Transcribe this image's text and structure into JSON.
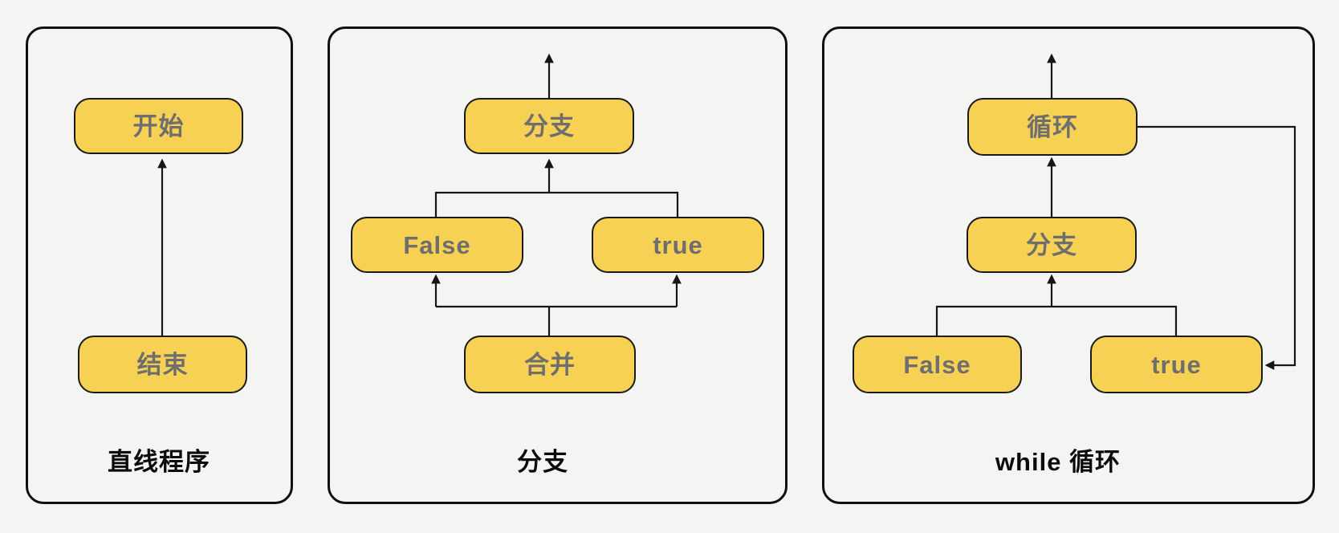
{
  "colors": {
    "background": "#f4f5f2",
    "node_fill": "#f7d154",
    "node_border": "#1a1a1a",
    "node_text": "#6e6e6e",
    "edge": "#161616",
    "panel_border": "#101010",
    "caption_text": "#0b0b0b"
  },
  "panels": [
    {
      "caption": "直线程序",
      "nodes": [
        {
          "label": "开始"
        },
        {
          "label": "结束"
        }
      ]
    },
    {
      "caption": "分支",
      "nodes": [
        {
          "label": "分支"
        },
        {
          "label": "False"
        },
        {
          "label": "true"
        },
        {
          "label": "合并"
        }
      ]
    },
    {
      "caption": "while 循环",
      "nodes": [
        {
          "label": "循环"
        },
        {
          "label": "分支"
        },
        {
          "label": "False"
        },
        {
          "label": "true"
        }
      ]
    }
  ]
}
